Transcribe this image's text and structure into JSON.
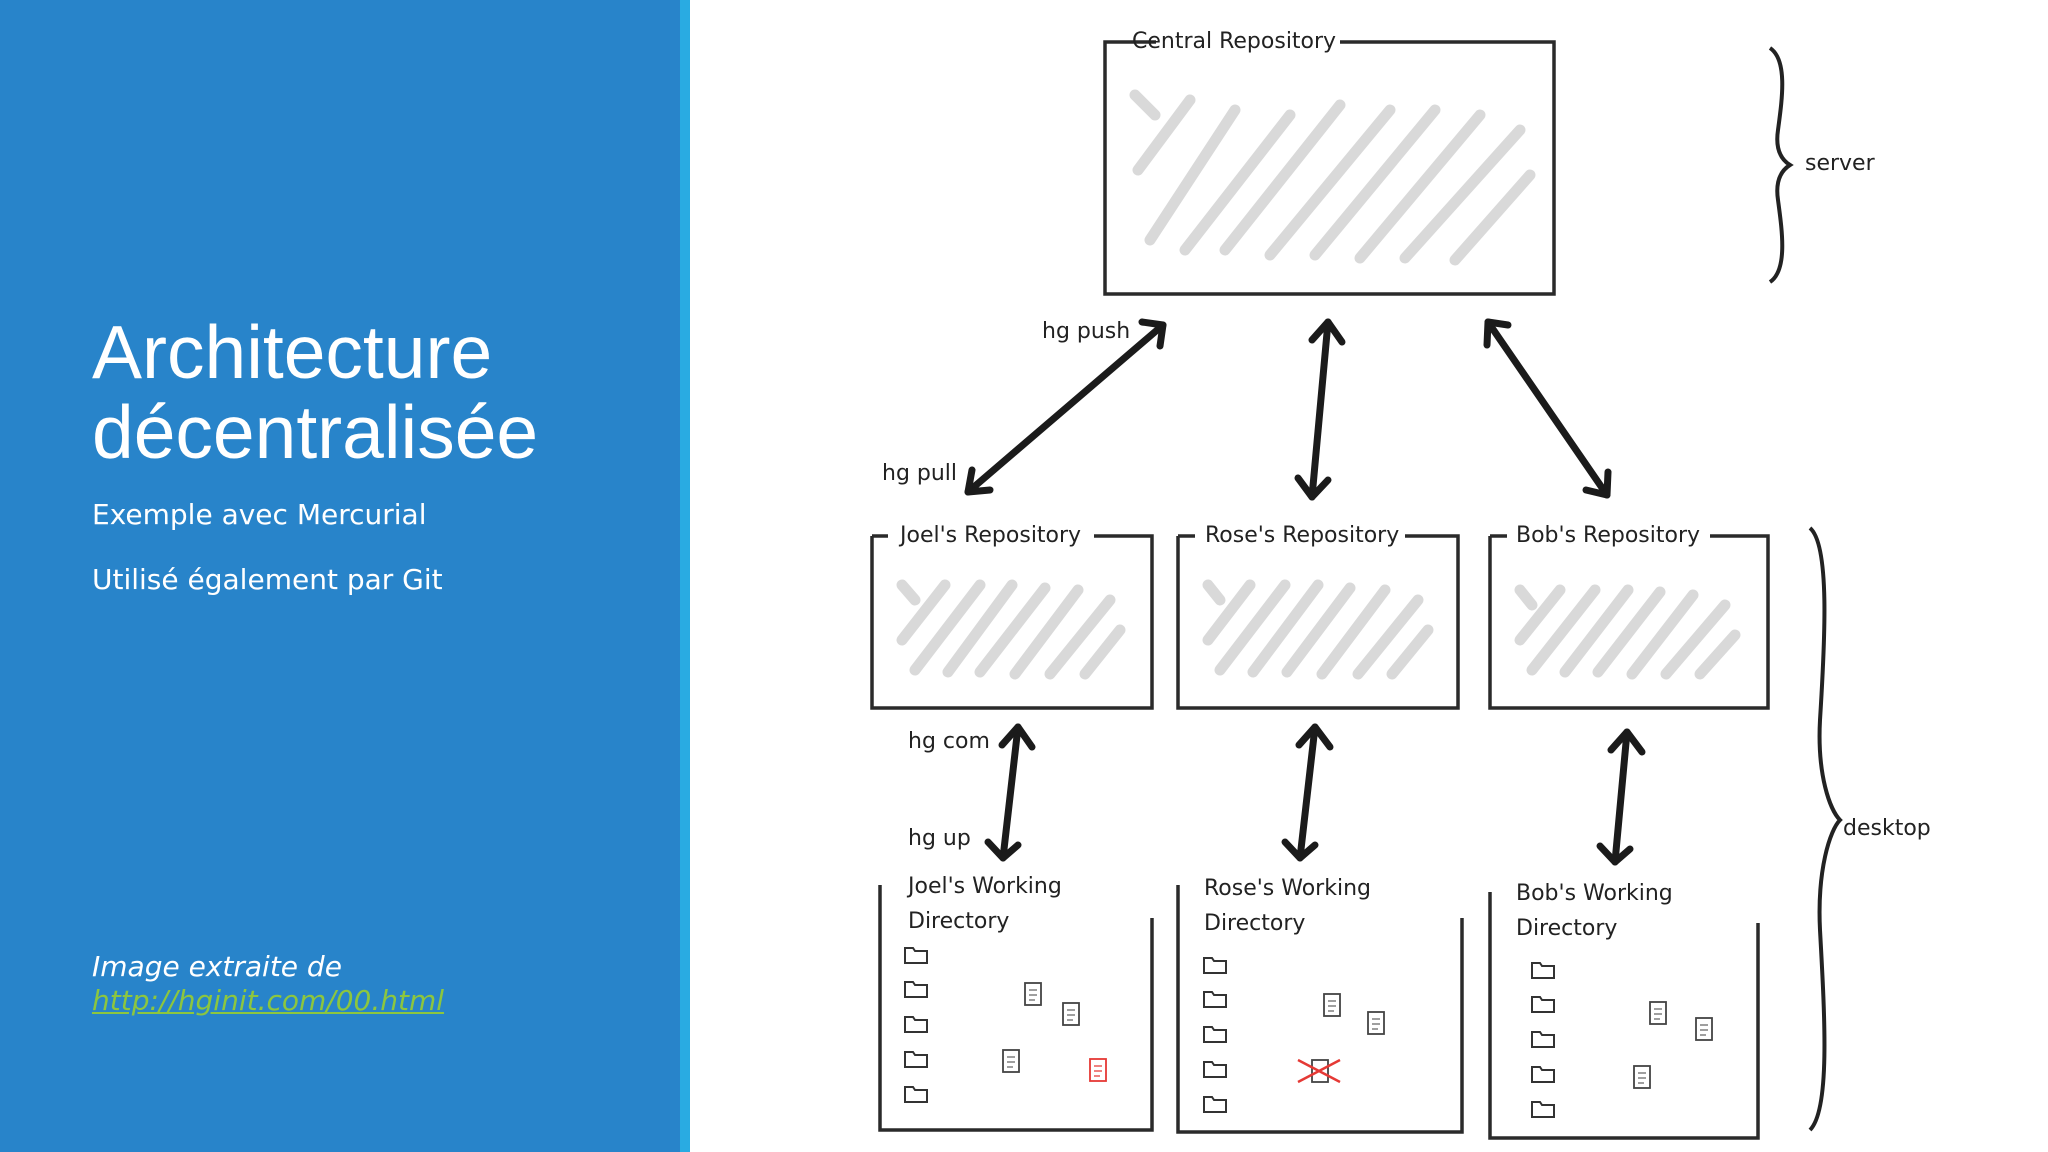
{
  "slide": {
    "title_line1": "Architecture",
    "title_line2": "décentralisée",
    "subtitle1": "Exemple avec Mercurial",
    "subtitle2": "Utilisé également par Git",
    "caption_text": "Image extraite de",
    "caption_link": "http://hginit.com/00.html"
  },
  "diagram": {
    "central_repo": "Central Repository",
    "server_label": "server",
    "desktop_label": "desktop",
    "push_label": "hg push",
    "pull_label": "hg pull",
    "commit_label": "hg com",
    "update_label": "hg up",
    "repos": [
      {
        "label": "Joel's Repository"
      },
      {
        "label": "Rose's Repository"
      },
      {
        "label": "Bob's Repository"
      }
    ],
    "working_dirs": [
      {
        "line1": "Joel's Working",
        "line2": "Directory"
      },
      {
        "line1": "Rose's Working",
        "line2": "Directory"
      },
      {
        "line1": "Bob's Working",
        "line2": "Directory"
      }
    ]
  },
  "colors": {
    "panel_blue": "#2884ca",
    "accent_bar": "#29abe2",
    "link_green": "#8cc63f",
    "modified_file": "#e53935"
  }
}
